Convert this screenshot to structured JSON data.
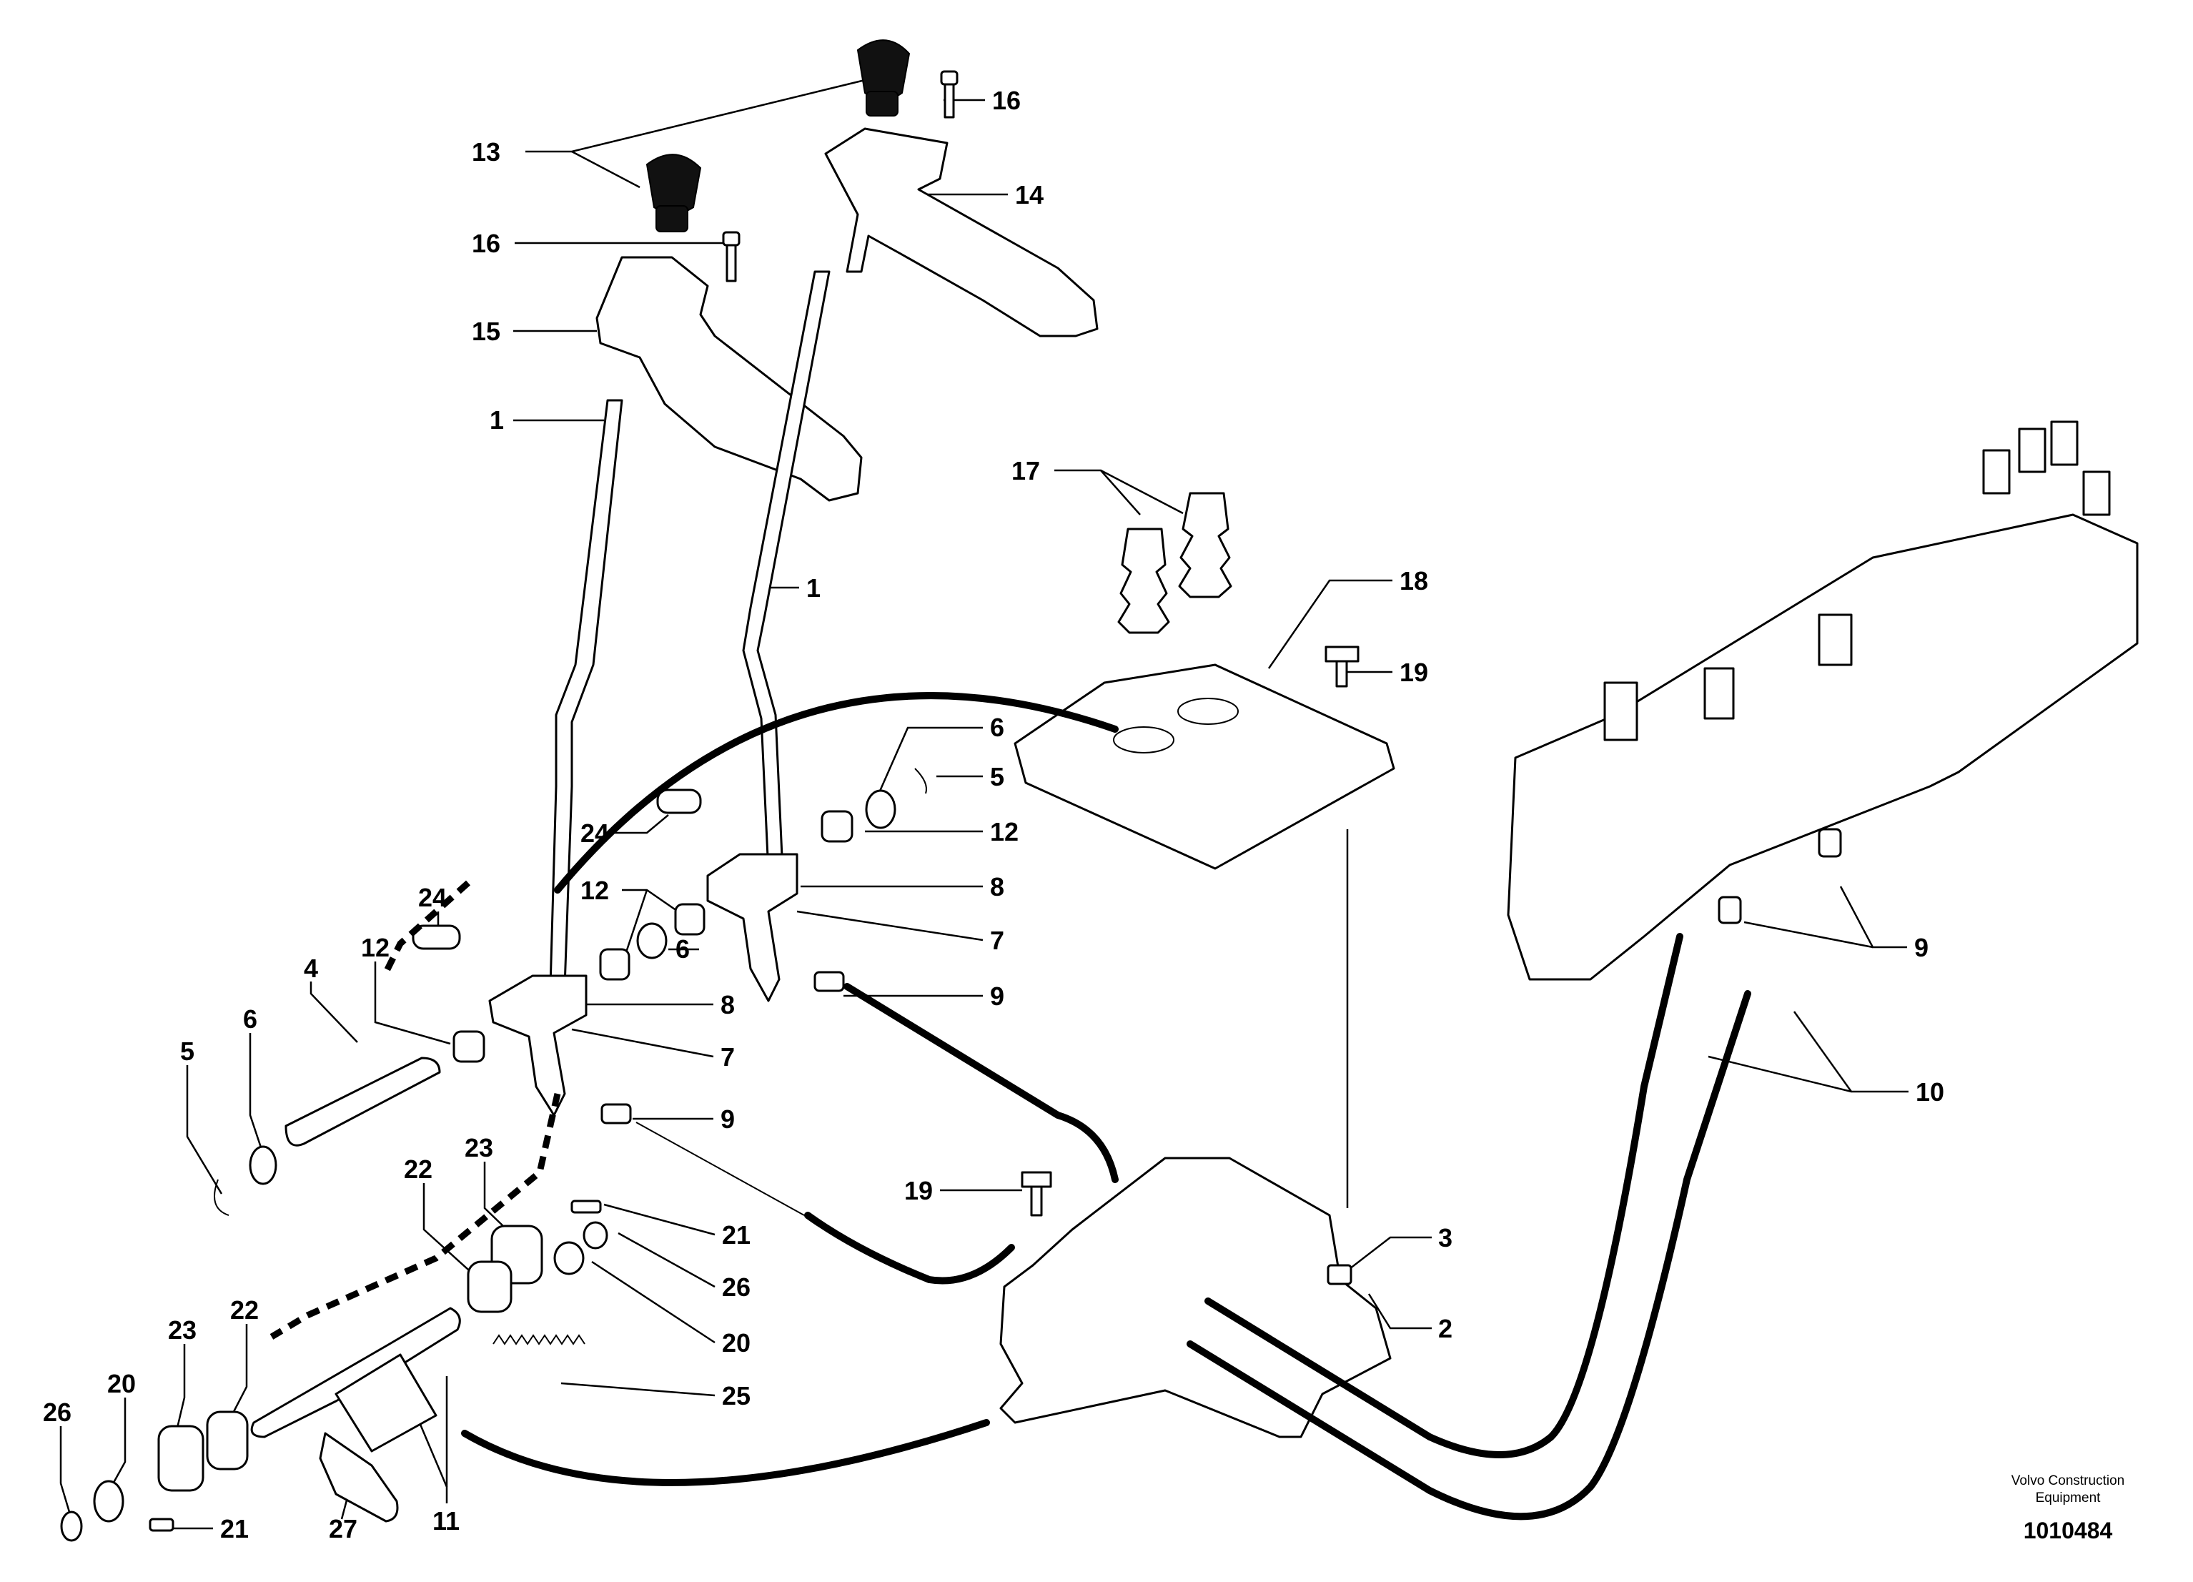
{
  "callouts": [
    {
      "id": "c1a",
      "label": "1"
    },
    {
      "id": "c1b",
      "label": "1"
    },
    {
      "id": "c2",
      "label": "2"
    },
    {
      "id": "c3",
      "label": "3"
    },
    {
      "id": "c4",
      "label": "4"
    },
    {
      "id": "c5a",
      "label": "5"
    },
    {
      "id": "c5b",
      "label": "5"
    },
    {
      "id": "c6a",
      "label": "6"
    },
    {
      "id": "c6b",
      "label": "6"
    },
    {
      "id": "c6c",
      "label": "6"
    },
    {
      "id": "c7a",
      "label": "7"
    },
    {
      "id": "c7b",
      "label": "7"
    },
    {
      "id": "c8a",
      "label": "8"
    },
    {
      "id": "c8b",
      "label": "8"
    },
    {
      "id": "c9a",
      "label": "9"
    },
    {
      "id": "c9b",
      "label": "9"
    },
    {
      "id": "c9c",
      "label": "9"
    },
    {
      "id": "c10",
      "label": "10"
    },
    {
      "id": "c11",
      "label": "11"
    },
    {
      "id": "c12a",
      "label": "12"
    },
    {
      "id": "c12b",
      "label": "12"
    },
    {
      "id": "c12c",
      "label": "12"
    },
    {
      "id": "c13",
      "label": "13"
    },
    {
      "id": "c14",
      "label": "14"
    },
    {
      "id": "c15",
      "label": "15"
    },
    {
      "id": "c16a",
      "label": "16"
    },
    {
      "id": "c16b",
      "label": "16"
    },
    {
      "id": "c17",
      "label": "17"
    },
    {
      "id": "c18",
      "label": "18"
    },
    {
      "id": "c19a",
      "label": "19"
    },
    {
      "id": "c19b",
      "label": "19"
    },
    {
      "id": "c20a",
      "label": "20"
    },
    {
      "id": "c20b",
      "label": "20"
    },
    {
      "id": "c21a",
      "label": "21"
    },
    {
      "id": "c21b",
      "label": "21"
    },
    {
      "id": "c22a",
      "label": "22"
    },
    {
      "id": "c22b",
      "label": "22"
    },
    {
      "id": "c23a",
      "label": "23"
    },
    {
      "id": "c23b",
      "label": "23"
    },
    {
      "id": "c24a",
      "label": "24"
    },
    {
      "id": "c24b",
      "label": "24"
    },
    {
      "id": "c25",
      "label": "25"
    },
    {
      "id": "c26a",
      "label": "26"
    },
    {
      "id": "c26b",
      "label": "26"
    },
    {
      "id": "c27",
      "label": "27"
    }
  ],
  "brand": {
    "line1": "Volvo Construction",
    "line2": "Equipment"
  },
  "document_number": "1010484"
}
